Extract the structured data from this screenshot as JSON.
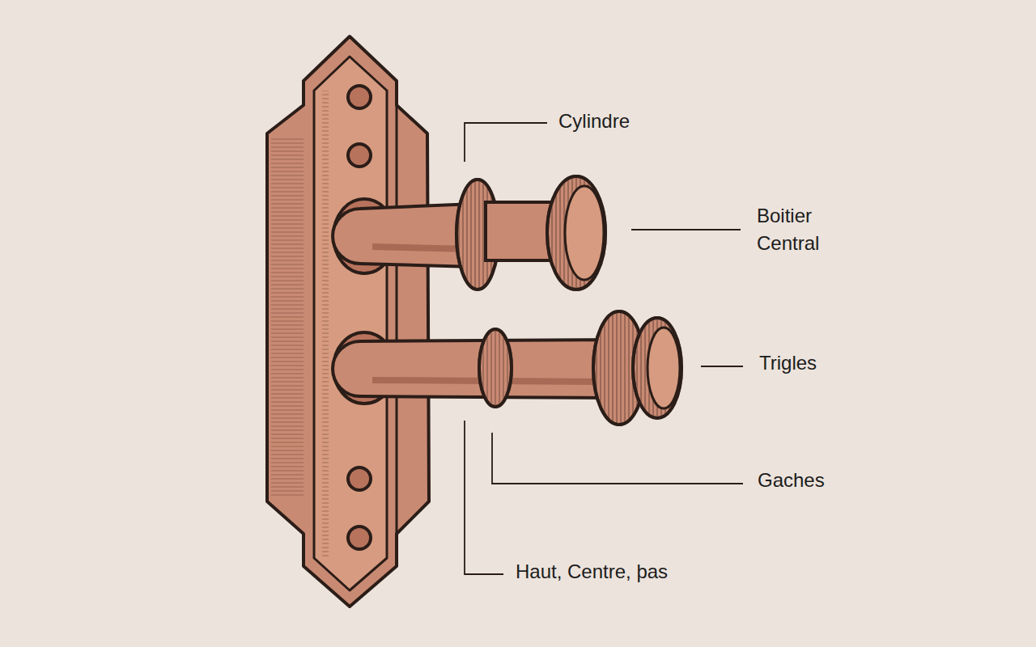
{
  "diagram": {
    "labels": [
      "Cylindre",
      "Boitier Central",
      "Trigles",
      "Gaches",
      "Haut, Centre, þas"
    ]
  }
}
